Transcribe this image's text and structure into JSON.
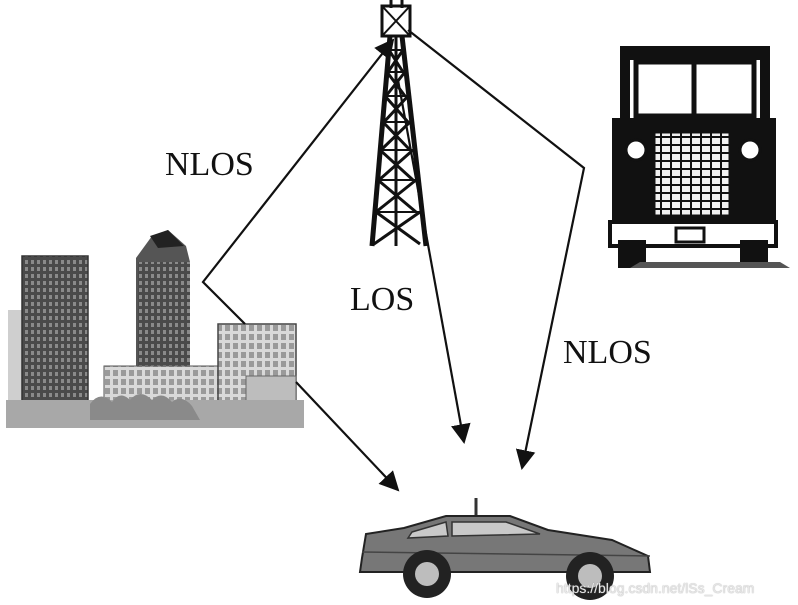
{
  "labels": {
    "nlos_left": "NLOS",
    "los": "LOS",
    "nlos_right": "NLOS"
  },
  "watermark": "https://blog.csdn.net/lSs_Cream",
  "icons": [
    "radio-tower-icon",
    "city-buildings-icon",
    "truck-icon",
    "car-icon"
  ]
}
